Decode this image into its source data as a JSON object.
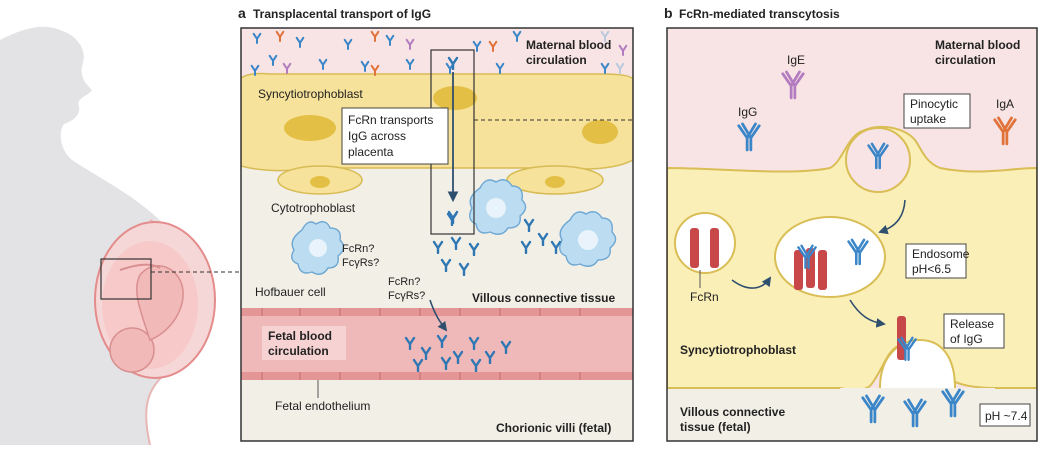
{
  "panel_a": {
    "letter": "a",
    "title": "Transplacental transport of IgG",
    "labels": {
      "maternal": [
        "Maternal blood",
        "circulation"
      ],
      "syncytiotrophoblast": "Syncytiotrophoblast",
      "callout": [
        "FcRn transports",
        "IgG across",
        "placenta"
      ],
      "cytotrophoblast": "Cytotrophoblast",
      "hofbauer_receptors": [
        "FcRn?",
        "FcγRs?"
      ],
      "hofbauer": "Hofbauer cell",
      "igg_receptors": [
        "FcRn?",
        "FcγRs?"
      ],
      "villous": "Villous connective tissue",
      "fetal_blood": [
        "Fetal blood",
        "circulation"
      ],
      "fetal_endothelium": "Fetal endothelium",
      "chorionic": "Chorionic villi (fetal)"
    }
  },
  "panel_b": {
    "letter": "b",
    "title": "FcRn-mediated transcytosis",
    "labels": {
      "maternal": [
        "Maternal blood",
        "circulation"
      ],
      "ige": "IgE",
      "igg": "IgG",
      "iga": "IgA",
      "pinocytic": [
        "Pinocytic",
        "uptake"
      ],
      "endosome": [
        "Endosome",
        "pH<6.5"
      ],
      "fcrn": "FcRn",
      "release": [
        "Release",
        "of IgG"
      ],
      "syncytio": "Syncytiotrophoblast",
      "villous": [
        "Villous connective",
        "tissue (fetal)"
      ],
      "ph": "pH ~7.4"
    }
  },
  "colors": {
    "igg": "#3a86c8",
    "ige": "#b47cc0",
    "iga": "#e0723a",
    "fcrn": "#c8484a",
    "maternal_bg": "#f8e4e4",
    "syncytio_bg": "#fbefb8",
    "fetal_vessel": "#f0b9b9",
    "tissue_bg": "#f2efe6"
  }
}
